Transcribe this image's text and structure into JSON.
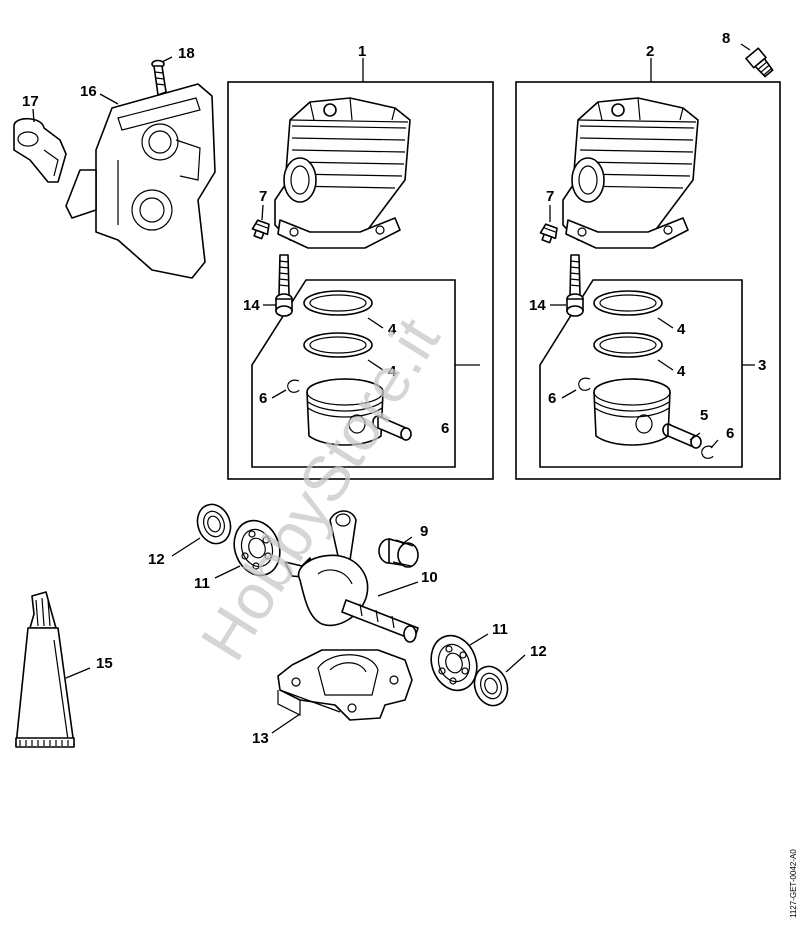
{
  "diagram": {
    "callouts": [
      "1",
      "2",
      "3",
      "4",
      "4",
      "4",
      "4",
      "5",
      "6",
      "6",
      "6",
      "6",
      "7",
      "7",
      "8",
      "9",
      "10",
      "11",
      "11",
      "12",
      "12",
      "13",
      "14",
      "14",
      "15",
      "16",
      "17",
      "18"
    ],
    "watermark": "HobbyStore.it",
    "document_id": "1127-GET-0042-A0"
  }
}
